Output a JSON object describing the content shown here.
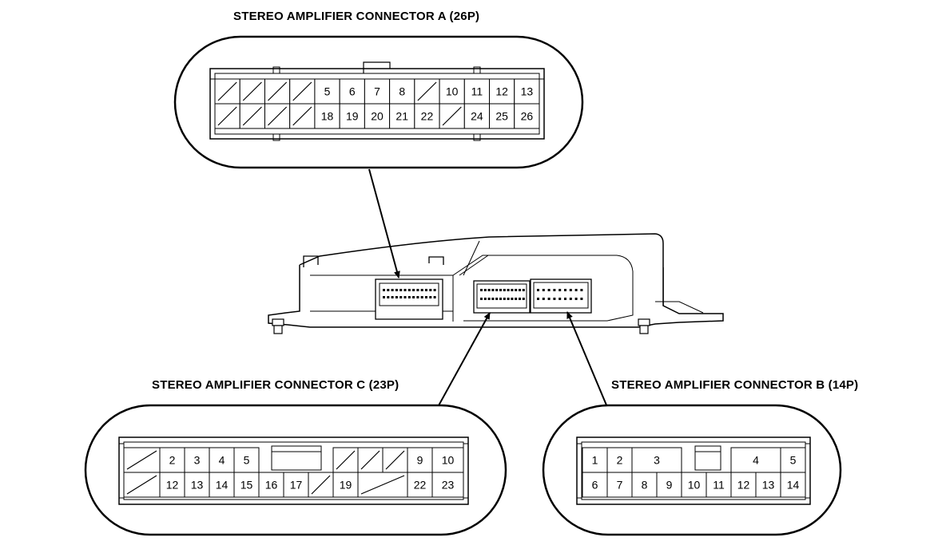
{
  "labels": {
    "connector_a": "STEREO AMPLIFIER CONNECTOR A (26P)",
    "connector_b": "STEREO AMPLIFIER CONNECTOR B (14P)",
    "connector_c": "STEREO AMPLIFIER CONNECTOR C (23P)"
  },
  "connector_a": {
    "row1": [
      "",
      "",
      "",
      "",
      "5",
      "6",
      "7",
      "8",
      "",
      "10",
      "11",
      "12",
      "13"
    ],
    "row2": [
      "",
      "",
      "",
      "",
      "18",
      "19",
      "20",
      "21",
      "22",
      "",
      "24",
      "25",
      "26"
    ]
  },
  "connector_c": {
    "row1": [
      "",
      "2",
      "3",
      "4",
      "5",
      "",
      "",
      "",
      "",
      "",
      "9",
      "10"
    ],
    "row2": [
      "",
      "12",
      "13",
      "14",
      "15",
      "16",
      "17",
      "",
      "19",
      "",
      "22",
      "23"
    ]
  },
  "connector_b": {
    "row1": [
      "1",
      "2",
      "3",
      "",
      "4",
      "5"
    ],
    "row2": [
      "6",
      "7",
      "8",
      "9",
      "10",
      "11",
      "12",
      "13",
      "14"
    ]
  }
}
